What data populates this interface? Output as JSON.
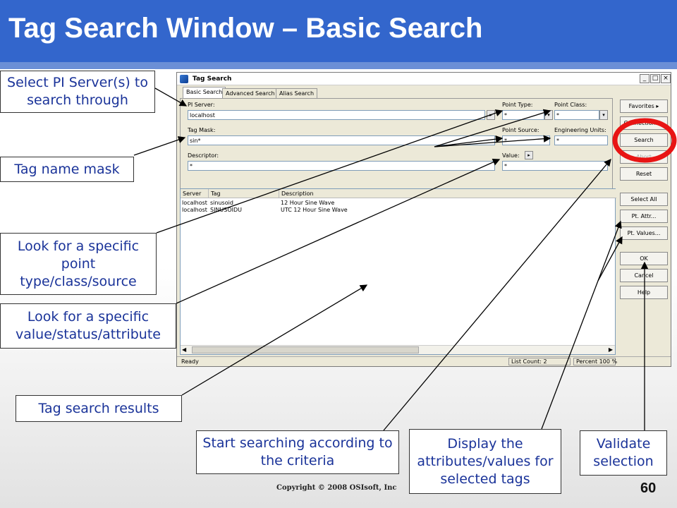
{
  "slide": {
    "title": "Tag Search Window – Basic Search",
    "footer": "Copyright © 2008 OSIsoft, Inc",
    "page_number": "60"
  },
  "window": {
    "title": "Tag Search",
    "controls": {
      "minimize": "_",
      "maximize": "□",
      "close": "×"
    },
    "tabs": [
      "Basic Search",
      "Advanced Search",
      "Alias Search"
    ],
    "fields": {
      "pi_server": {
        "label": "PI Server:",
        "value": "localhost"
      },
      "tag_mask": {
        "label": "Tag Mask:",
        "value": "sin*"
      },
      "descriptor": {
        "label": "Descriptor:",
        "value": "*"
      },
      "point_type": {
        "label": "Point Type:",
        "value": "*"
      },
      "point_class": {
        "label": "Point Class:",
        "value": "*"
      },
      "point_source": {
        "label": "Point Source:",
        "value": "*"
      },
      "engineering_units": {
        "label": "Engineering Units:",
        "value": "*"
      },
      "value": {
        "label": "Value:",
        "value": "*"
      }
    },
    "buttons": {
      "favorites": "Favorites",
      "connections": "Connections...",
      "search": "Search",
      "abort": "Abort",
      "reset": "Reset",
      "select_all": "Select All",
      "pt_attr": "Pt. Attr...",
      "pt_values": "Pt. Values...",
      "ok": "OK",
      "cancel": "Cancel",
      "help": "Help"
    },
    "results": {
      "columns": [
        "Server",
        "Tag",
        "Description"
      ],
      "rows": [
        [
          "localhost",
          "sinusoid",
          "12 Hour Sine Wave"
        ],
        [
          "localhost",
          "SINUSOIDU",
          "UTC 12 Hour Sine Wave"
        ]
      ]
    },
    "status": {
      "text": "Ready",
      "list_count": "List Count: 2",
      "percent": "Percent 100 %"
    }
  },
  "callouts": {
    "select_server": "Select PI Server(s) to search through",
    "tag_mask": "Tag name mask",
    "point_type": "Look for a specific point type/class/source",
    "value_status": "Look for a specific value/status/attribute",
    "results": "Tag search results",
    "start_search": "Start searching according to the criteria",
    "display_attrs": "Display the attributes/values for selected tags",
    "validate": "Validate selection"
  },
  "colors": {
    "header": "#3366cc",
    "callout_text": "#1a3399",
    "highlight_ring": "#e81414"
  }
}
